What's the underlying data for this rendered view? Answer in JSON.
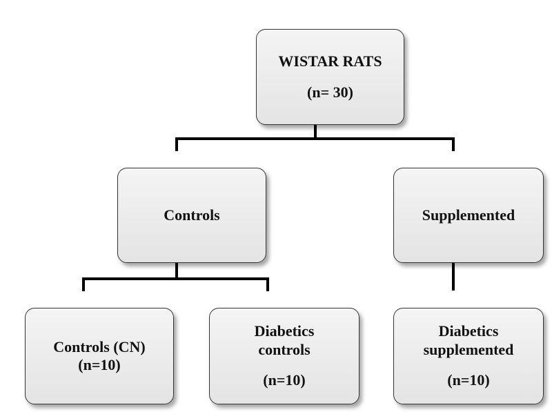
{
  "nodes": {
    "root": {
      "line1": "WISTAR RATS",
      "line2": "(n= 30)"
    },
    "controls": {
      "label": "Controls"
    },
    "supplemented": {
      "label": "Supplemented"
    },
    "controls_cn": {
      "line1": "Controls (CN)",
      "line2": "(n=10)"
    },
    "diabetics_controls": {
      "line1": "Diabetics",
      "line2": "controls",
      "line3": "(n=10)"
    },
    "diabetics_supplemented": {
      "line1": "Diabetics",
      "line2": "supplemented",
      "line3": "(n=10)"
    }
  },
  "colors": {
    "box_fill": "#e9e9e9",
    "border": "#333333",
    "connector": "#000000"
  }
}
